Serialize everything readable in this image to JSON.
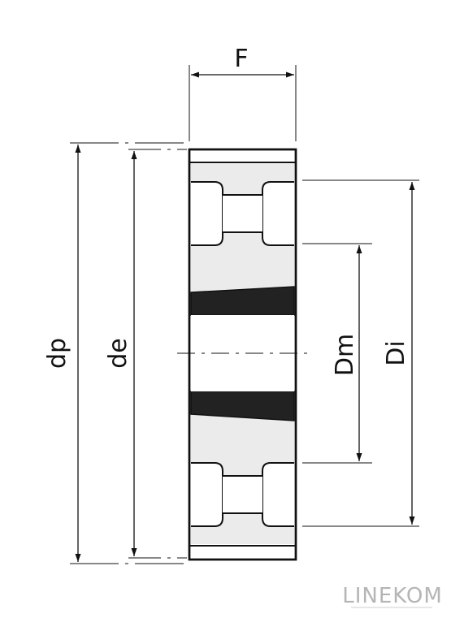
{
  "labels": {
    "width": "F",
    "pitch_diameter": "dp",
    "outside_diameter": "de",
    "hub_diameter": "Dm",
    "inner_diameter": "Di"
  },
  "logo": {
    "text": "LINEKOM",
    "color": "#b5b5b5"
  },
  "colors": {
    "line": "#111111",
    "shading": "#ebebeb",
    "dark_fill": "#222222"
  }
}
